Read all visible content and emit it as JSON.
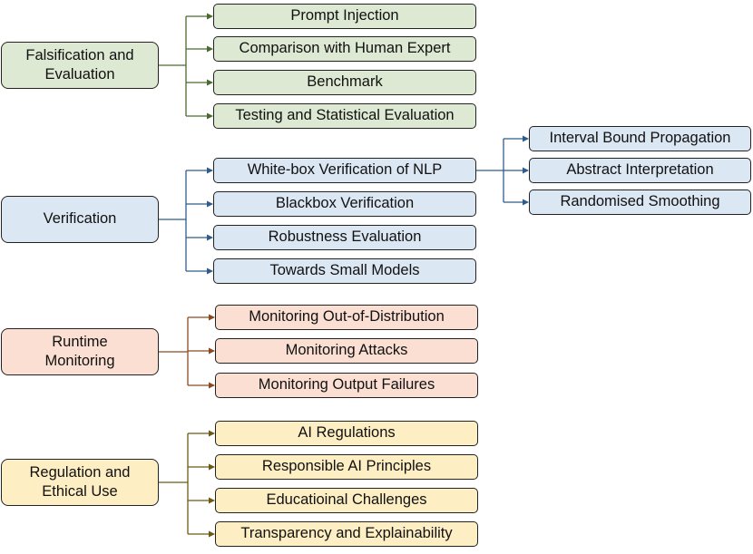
{
  "diagram": {
    "branches": [
      {
        "root_label": "Falsification and\nEvaluation",
        "color": "#dde9d3",
        "line_color": "#4a6b2f",
        "children": [
          "Prompt Injection",
          "Comparison with Human Expert",
          "Benchmark",
          "Testing and Statistical Evaluation"
        ]
      },
      {
        "root_label": "Verification",
        "color": "#dce7f4",
        "line_color": "#2f5d8a",
        "children": [
          "White-box Verification of NLP",
          "Blackbox Verification",
          "Robustness Evaluation",
          "Towards Small Models"
        ],
        "sub_children": [
          "Interval Bound Propagation",
          "Abstract Interpretation",
          "Randomised Smoothing"
        ]
      },
      {
        "root_label": "Runtime\nMonitoring",
        "color": "#fadfd2",
        "line_color": "#8a4a1f",
        "children": [
          "Monitoring Out-of-Distribution",
          "Monitoring Attacks",
          "Monitoring Output Failures"
        ]
      },
      {
        "root_label": "Regulation and\nEthical Use",
        "color": "#fdeec3",
        "line_color": "#6b5a14",
        "children": [
          "AI Regulations",
          "Responsible AI Principles",
          "Educatioinal Challenges",
          "Transparency and Explainability"
        ]
      }
    ]
  }
}
